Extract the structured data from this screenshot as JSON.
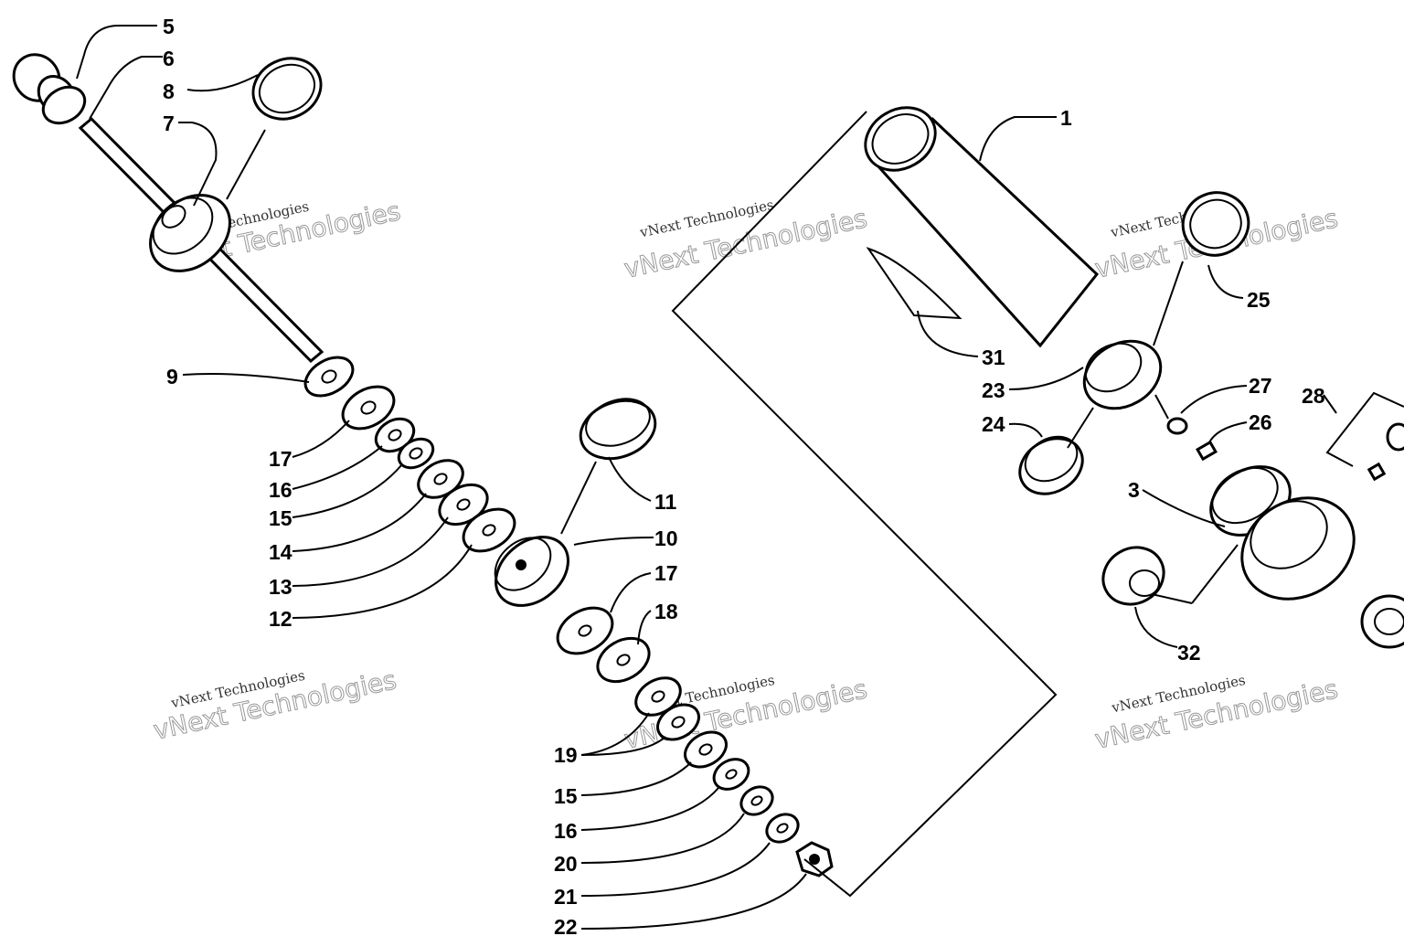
{
  "callouts": [
    {
      "key": "c5",
      "text": "5"
    },
    {
      "key": "c6",
      "text": "6"
    },
    {
      "key": "c8",
      "text": "8"
    },
    {
      "key": "c7",
      "text": "7"
    },
    {
      "key": "c9",
      "text": "9"
    },
    {
      "key": "c17a",
      "text": "17"
    },
    {
      "key": "c16a",
      "text": "16"
    },
    {
      "key": "c15a",
      "text": "15"
    },
    {
      "key": "c14",
      "text": "14"
    },
    {
      "key": "c13",
      "text": "13"
    },
    {
      "key": "c12",
      "text": "12"
    },
    {
      "key": "c11",
      "text": "11"
    },
    {
      "key": "c10",
      "text": "10"
    },
    {
      "key": "c17b",
      "text": "17"
    },
    {
      "key": "c18",
      "text": "18"
    },
    {
      "key": "c19",
      "text": "19"
    },
    {
      "key": "c15b",
      "text": "15"
    },
    {
      "key": "c16b",
      "text": "16"
    },
    {
      "key": "c20",
      "text": "20"
    },
    {
      "key": "c21",
      "text": "21"
    },
    {
      "key": "c22",
      "text": "22"
    },
    {
      "key": "c1",
      "text": "1"
    },
    {
      "key": "c25",
      "text": "25"
    },
    {
      "key": "c31",
      "text": "31"
    },
    {
      "key": "c23",
      "text": "23"
    },
    {
      "key": "c27",
      "text": "27"
    },
    {
      "key": "c28",
      "text": "28"
    },
    {
      "key": "c24",
      "text": "24"
    },
    {
      "key": "c26",
      "text": "26"
    },
    {
      "key": "c3",
      "text": "3"
    },
    {
      "key": "c32",
      "text": "32"
    }
  ],
  "watermark": {
    "line1": "vNext Technologies",
    "line2": "vNext Technologies"
  }
}
